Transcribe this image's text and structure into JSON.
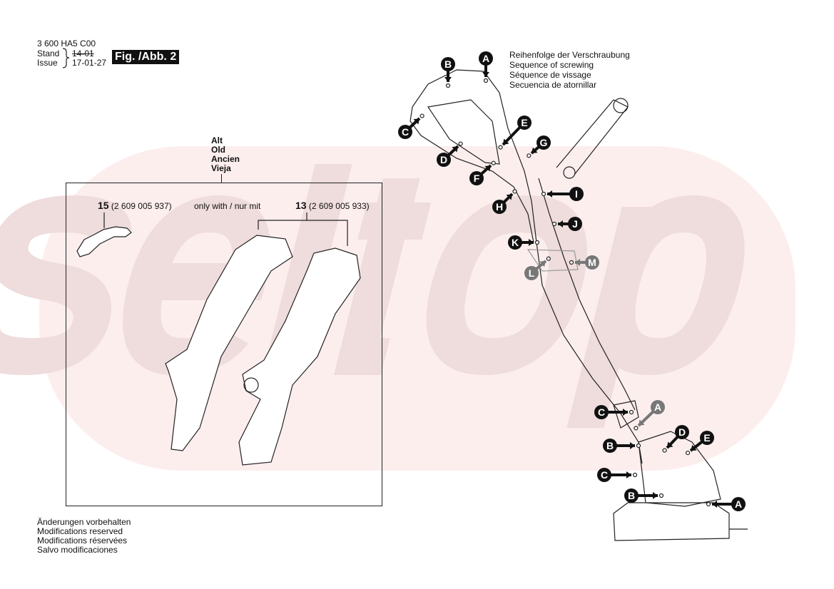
{
  "header": {
    "part_number": "3 600 HA5 C00",
    "stand_label": "Stand",
    "issue_label": "Issue",
    "old_date": "14-01",
    "issue_date": "17-01-27",
    "figure_label": "Fig. /Abb. 2"
  },
  "watermark": "seltop",
  "old_parts": {
    "labels": [
      "Alt",
      "Old",
      "Ancien",
      "Vieja"
    ],
    "note": "only with / nur mit",
    "part15": {
      "number": "15",
      "code": "(2 609 005 937)"
    },
    "part13": {
      "number": "13",
      "code": "(2 609 005 933)"
    }
  },
  "sequence_title": [
    "Reihenfolge der Verschraubung",
    "Sequence of screwing",
    "Séquence de vissage",
    "Secuencia de atornillar"
  ],
  "callouts": [
    "A",
    "B",
    "C",
    "D",
    "E",
    "F",
    "G",
    "H",
    "I",
    "J",
    "K",
    "L",
    "M",
    "C",
    "A",
    "B",
    "D",
    "E",
    "C",
    "B",
    "A"
  ],
  "footer": [
    "Änderungen vorbehalten",
    "Modifications reserved",
    "Modifications réservées",
    "Salvo modificaciones"
  ]
}
